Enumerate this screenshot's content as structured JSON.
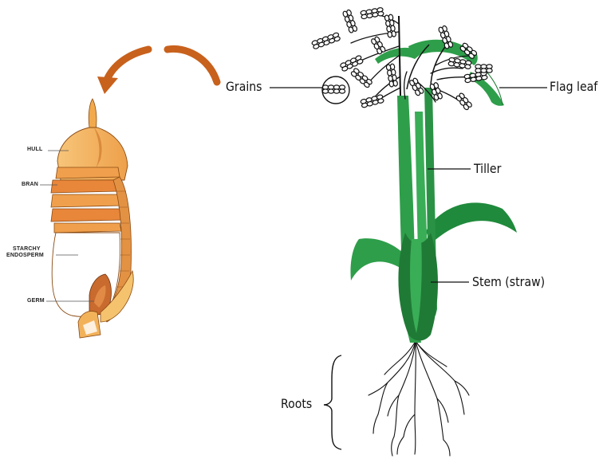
{
  "grain": {
    "labels": {
      "hull": "HULL",
      "bran": "BRAN",
      "endosperm_line1": "STARCHY",
      "endosperm_line2": "ENDOSPERM",
      "germ": "GERM"
    },
    "colors": {
      "hull": "#f4b45a",
      "bran": "#e8863a",
      "germ": "#c96a2e",
      "arrow": "#c8611c"
    }
  },
  "plant": {
    "labels": {
      "grains": "Grains",
      "flag_leaf": "Flag leaf",
      "tiller": "Tiller",
      "stem": "Stem (straw)",
      "roots": "Roots"
    },
    "colors": {
      "leaf": "#2e9e4a",
      "leaf_dark": "#1f7a35",
      "grain_outline": "#111111"
    }
  }
}
